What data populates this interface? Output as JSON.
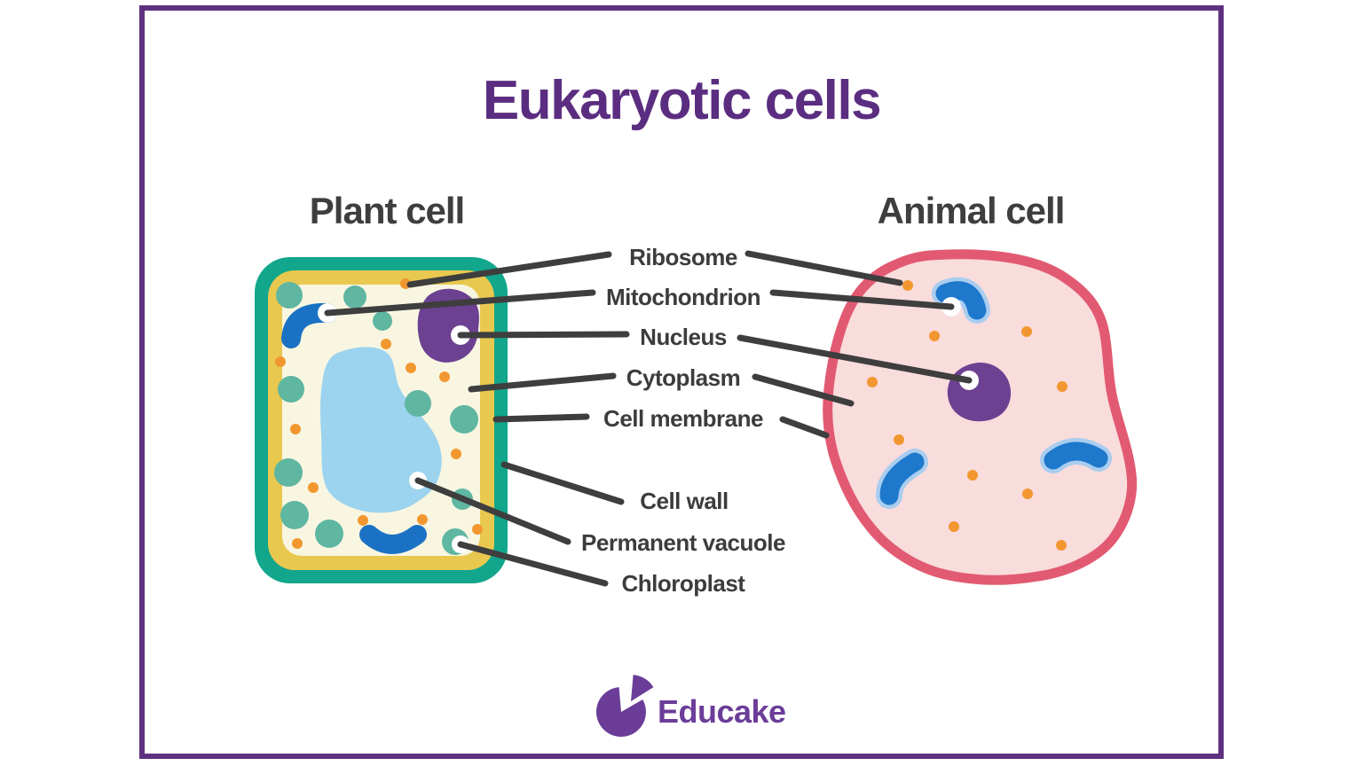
{
  "title": "Eukaryotic cells",
  "plant": {
    "heading": "Plant cell"
  },
  "animal": {
    "heading": "Animal cell"
  },
  "labels": {
    "ribosome": "Ribosome",
    "mitochondrion": "Mitochondrion",
    "nucleus": "Nucleus",
    "cytoplasm": "Cytoplasm",
    "cell_membrane": "Cell membrane",
    "cell_wall": "Cell wall",
    "permanent_vacuole": "Permanent vacuole",
    "chloroplast": "Chloroplast"
  },
  "brand": {
    "name": "Educake"
  },
  "colors": {
    "frame_purple": "#5E3180",
    "title_purple": "#5B2D80",
    "text_gray": "#3C3C3C",
    "pointer_line": "#3E3E3E",
    "plant_cell_wall_teal": "#12A68C",
    "plant_membrane_yellow": "#E8C84F",
    "plant_cytoplasm_cream": "#F8F6E1",
    "chloroplast_teal": "#5FB6A1",
    "ribosome_orange": "#F2972F",
    "mitochondrion_blue": "#1B72C4",
    "mitochondrion_halo_blue": "#A9CDEF",
    "nucleus_purple": "#6C4191",
    "vacuole_blue": "#9CD3EE",
    "animal_membrane_pink": "#E25A72",
    "animal_cytoplasm_pink": "#F9DCDC",
    "brand_purple": "#6B3D98"
  }
}
